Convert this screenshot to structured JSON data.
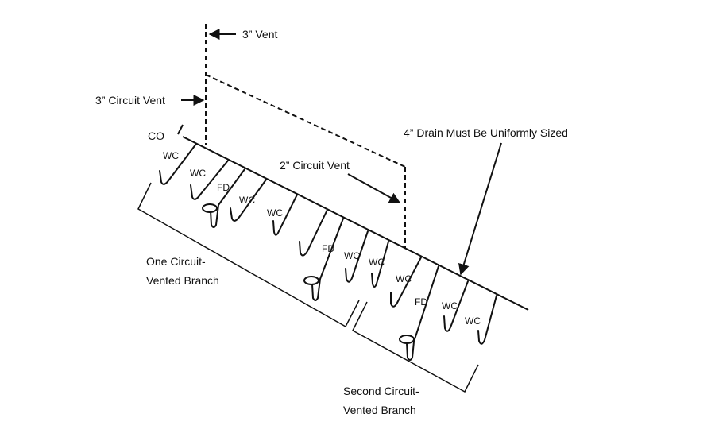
{
  "labels": {
    "vent_3in": "3” Vent",
    "circuit_vent_3in": "3” Circuit Vent",
    "circuit_vent_2in": "2” Circuit Vent",
    "cleanout": "CO",
    "drain_note": "4” Drain Must Be Uniformly Sized",
    "branch1_line1": "One Circuit-",
    "branch1_line2": "Vented Branch",
    "branch2_line1": "Second Circuit-",
    "branch2_line2": "Vented Branch"
  },
  "fixtures": [
    {
      "label": "WC"
    },
    {
      "label": "WC"
    },
    {
      "label": "FD"
    },
    {
      "label": "WC"
    },
    {
      "label": "WC"
    },
    {
      "label": "FD"
    },
    {
      "label": "WC"
    },
    {
      "label": "WC"
    },
    {
      "label": "WC"
    },
    {
      "label": "FD"
    },
    {
      "label": "WC"
    },
    {
      "label": "WC"
    }
  ],
  "colors": {
    "line": "#111111",
    "background": "#ffffff"
  }
}
